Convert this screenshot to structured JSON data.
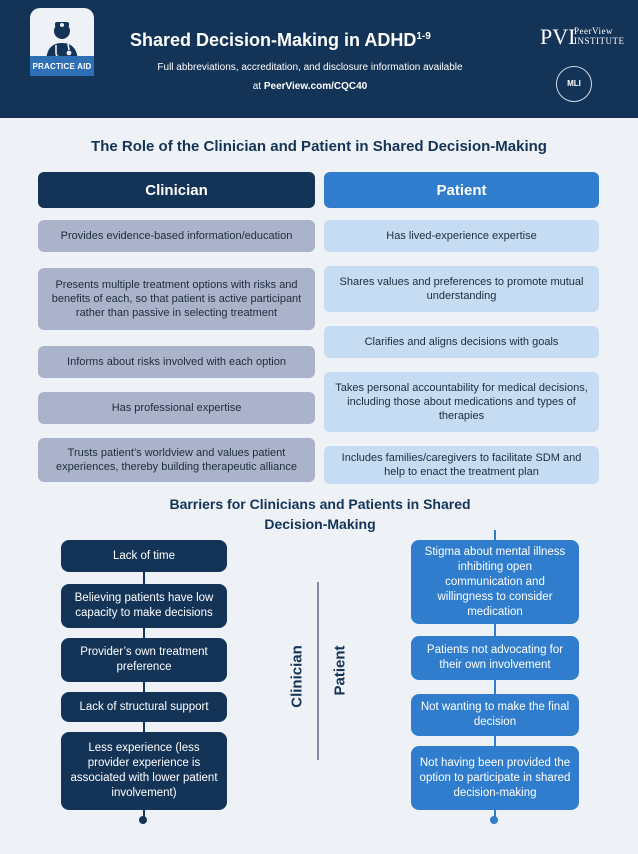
{
  "header": {
    "badge_label": "PRACTICE AID",
    "title": "Shared Decision-Making in ADHD",
    "title_sup": "1-9",
    "subtitle_line1": "Full abbreviations, accreditation, and disclosure information available",
    "subtitle_line2_prefix": "at ",
    "subtitle_link": "PeerView.com/CQC40",
    "pvi_mark": "PVI",
    "pvi_name_1": "PeerView",
    "pvi_name_2": "INSTITUTE",
    "seal_text": "MLI"
  },
  "section1": {
    "title": "The Role of the Clinician and Patient in Shared Decision-Making",
    "clinician_header": "Clinician",
    "patient_header": "Patient",
    "clinician_items": [
      "Provides evidence-based information/education",
      "Presents multiple treatment options with risks and benefits of each, so that patient is active participant rather than passive in selecting treatment",
      "Informs about risks involved with each option",
      "Has professional expertise",
      "Trusts patient’s worldview and values patient experiences, thereby building therapeutic alliance"
    ],
    "patient_items": [
      "Has lived-experience expertise",
      "Shares values and preferences to promote mutual understanding",
      "Clarifies and aligns decisions with goals",
      "Takes personal accountability for medical decisions, including those about medications and types of therapies",
      "Includes families/caregivers to facilitate SDM and help to enact the treatment plan"
    ]
  },
  "section2": {
    "title": "Barriers for Clinicians and Patients in Shared Decision-Making",
    "clinician_label": "Clinician",
    "patient_label": "Patient",
    "clinician_barriers": [
      "Lack of time",
      "Believing patients have low capacity to make decisions",
      "Provider’s own treatment preference",
      "Lack of structural support",
      "Less experience (less provider experience is associated with lower patient involvement)"
    ],
    "patient_barriers": [
      "Stigma about mental illness inhibiting open communication and willingness to consider medication",
      "Patients not advocating for their own involvement",
      "Not wanting to make the final decision",
      "Not having been provided the option to participate in shared decision-making"
    ]
  },
  "colors": {
    "navy": "#143457",
    "blue": "#2f7dcc",
    "clinician_box": "#aab3c9",
    "patient_box": "#c6dcf2"
  }
}
